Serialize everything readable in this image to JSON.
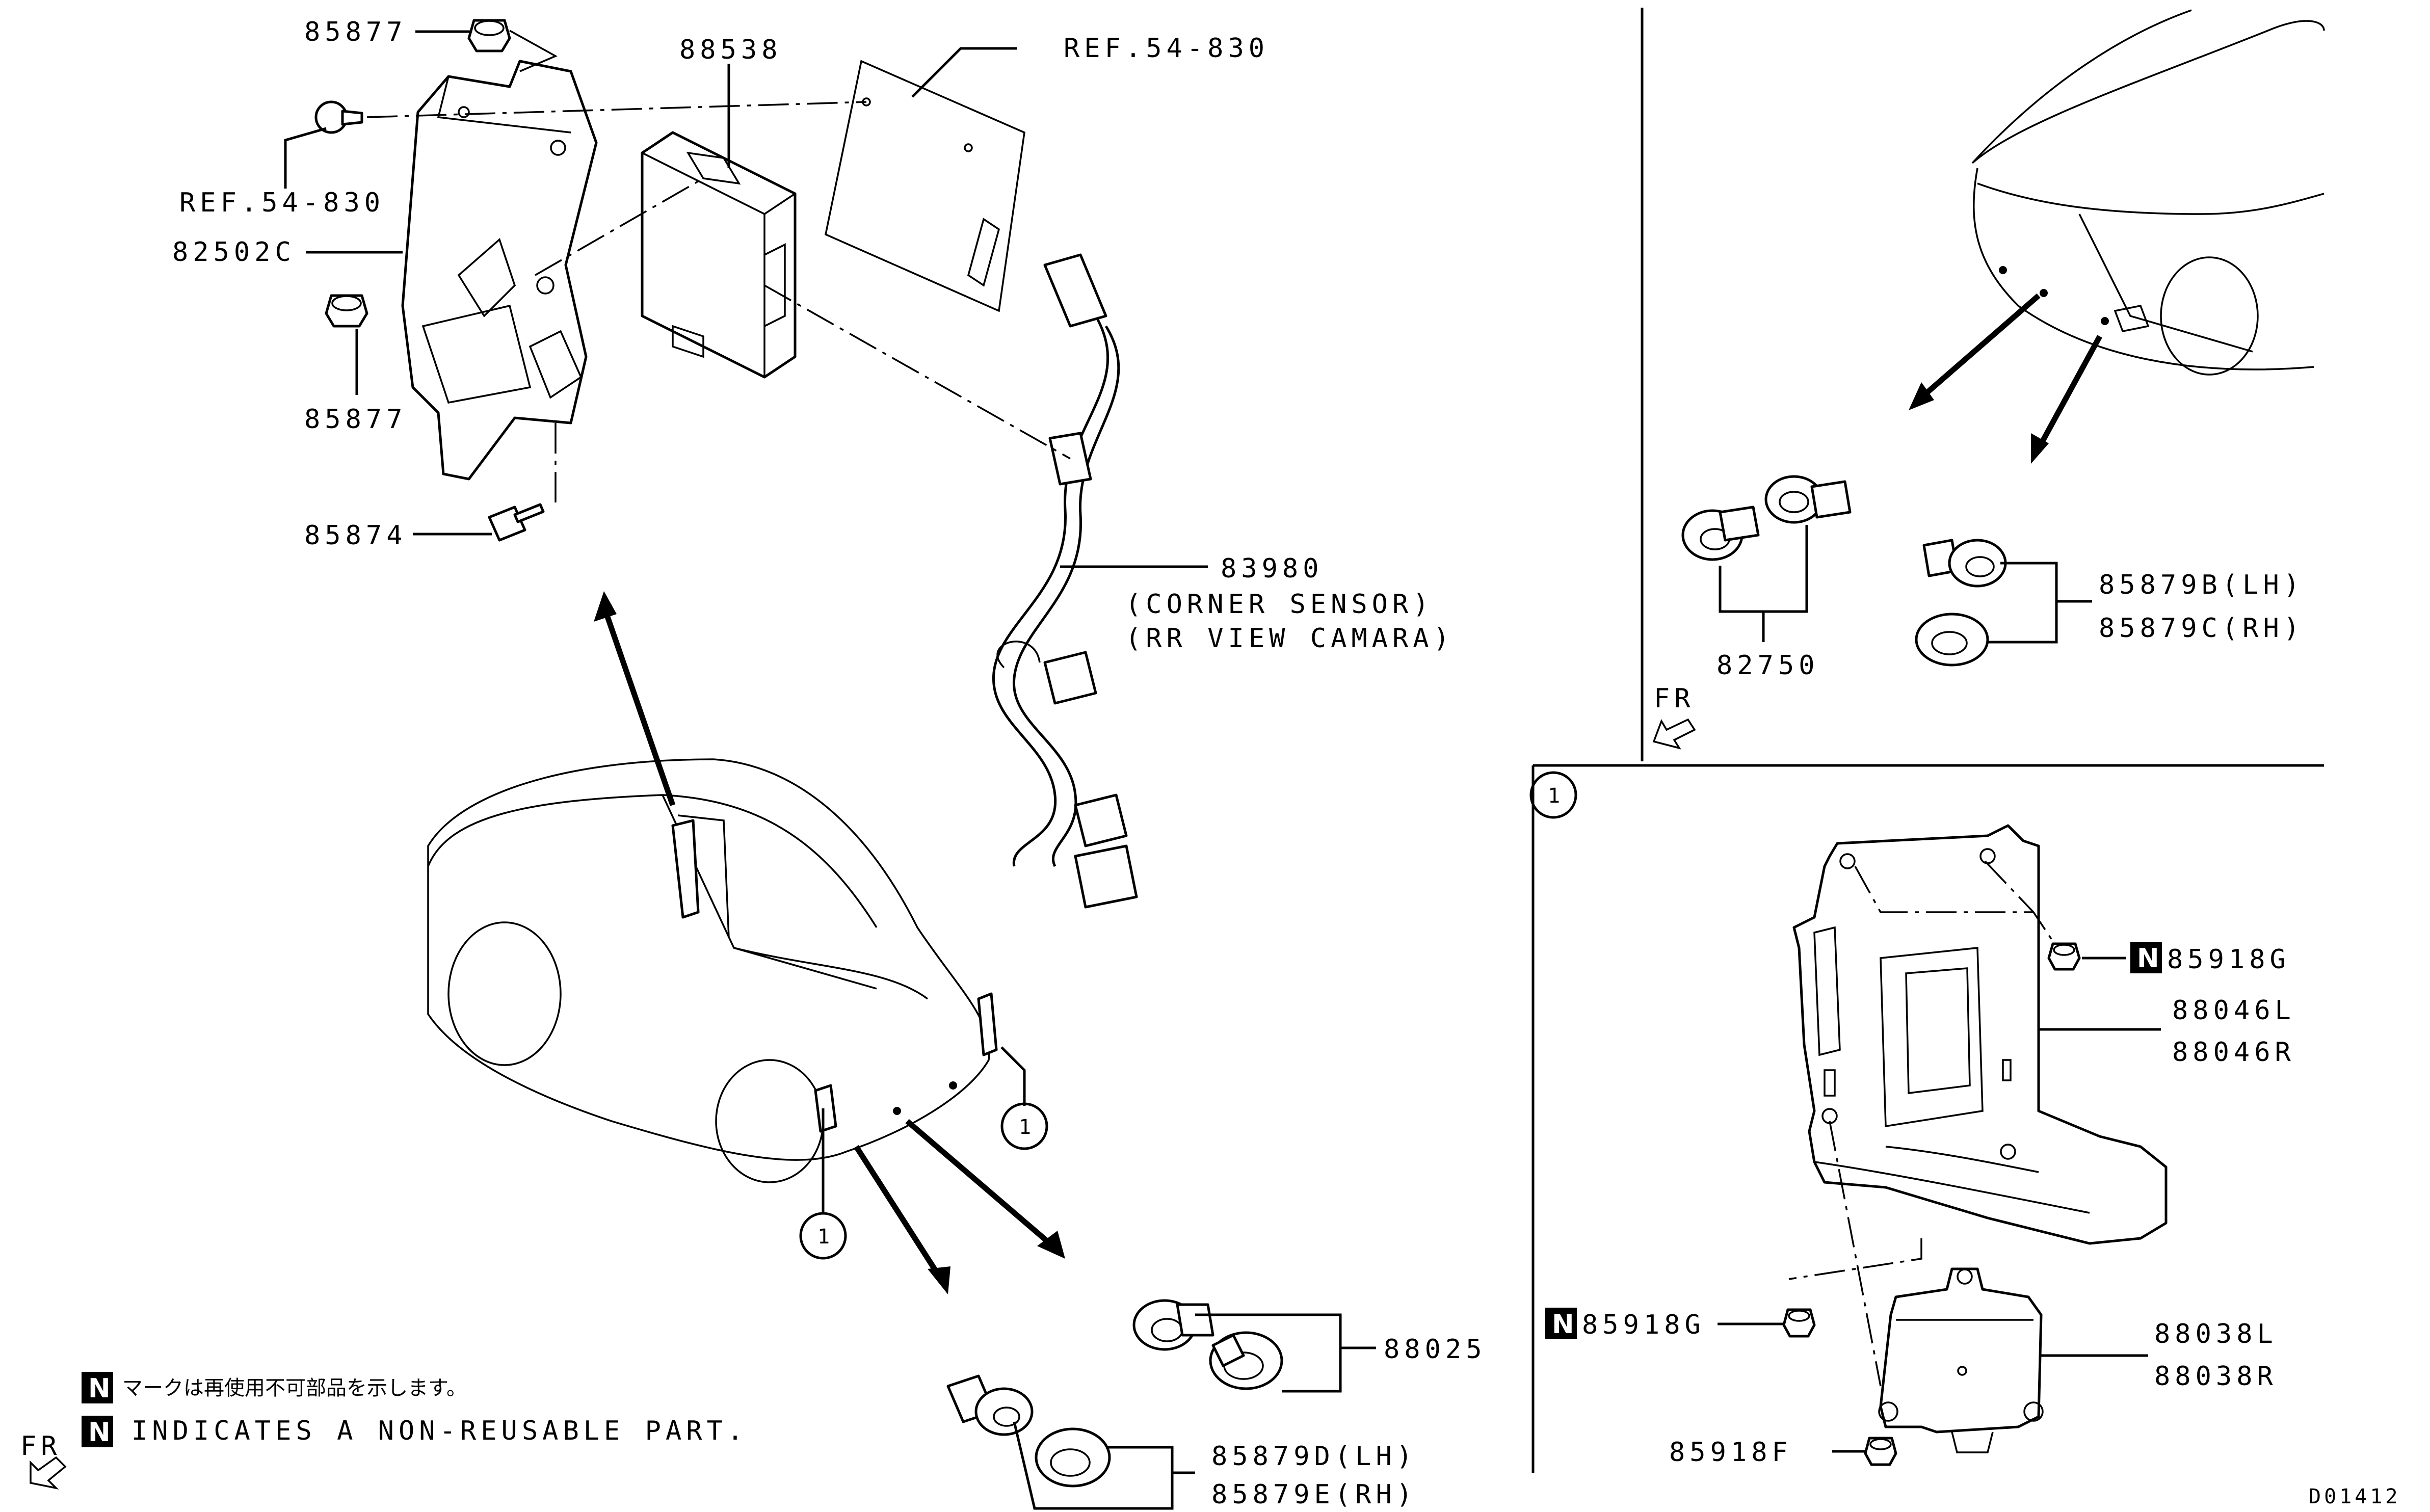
{
  "labels": {
    "p85877_top": "85877",
    "p88538": "88538",
    "ref_top": "REF.54-830",
    "ref_left": "REF.54-830",
    "p82502c": "82502C",
    "p85877_bot": "85877",
    "p85874": "85874",
    "p83980": "83980",
    "corner_sensor": "(CORNER SENSOR)",
    "rr_view": "(RR VIEW CAMARA)",
    "p82750": "82750",
    "p85879b": "85879B(LH)",
    "p85879c": "85879C(RH)",
    "p85918g_top": "85918G",
    "p88046l": "88046L",
    "p88046r": "88046R",
    "p85918g_bot": "85918G",
    "p88038l": "88038L",
    "p88038r": "88038R",
    "p85918f": "85918F",
    "p88025": "88025",
    "p85879d": "85879D(LH)",
    "p85879e": "85879E(RH)",
    "fr_left": "FR",
    "fr_right": "FR",
    "detail_ref_a": "1",
    "detail_ref_b": "1",
    "detail_ref_c": "1",
    "note_jp": "マークは再使用不可部品を示します。",
    "note_en": "INDICATES A NON-REUSABLE PART.",
    "badge": "N",
    "drawing_code": "D01412"
  }
}
